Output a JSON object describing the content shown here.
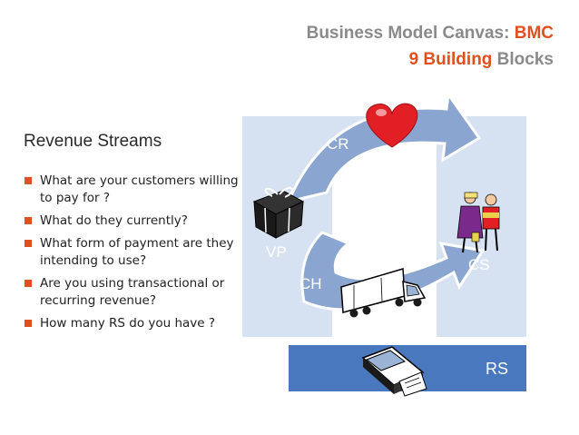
{
  "header": {
    "title_prefix": "Business Model Canvas: ",
    "title_accent": "BMC",
    "subtitle_accent": "9 Building",
    "subtitle_suffix": " Blocks"
  },
  "revenue_streams": {
    "heading": "Revenue Streams",
    "bullets": [
      "What are your customers willing to pay for ?",
      "What do they currently?",
      "What form of payment are they intending to use?",
      "Are you using transactional or recurring revenue?",
      "How many RS do you have ?"
    ]
  },
  "diagram": {
    "labels": {
      "cr": "CR",
      "vp": "VP",
      "ch": "CH",
      "cs": "CS",
      "rs": "RS"
    },
    "icons": [
      "heart-icon",
      "gift-box-icon",
      "truck-icon",
      "shoppers-icon",
      "cash-register-icon"
    ],
    "colors": {
      "panel": "#d6e2f1",
      "arrow": "#8aa6d0",
      "rs_bar": "#4a78bf",
      "accent": "#e0501e",
      "heart": "#e31f26"
    }
  }
}
